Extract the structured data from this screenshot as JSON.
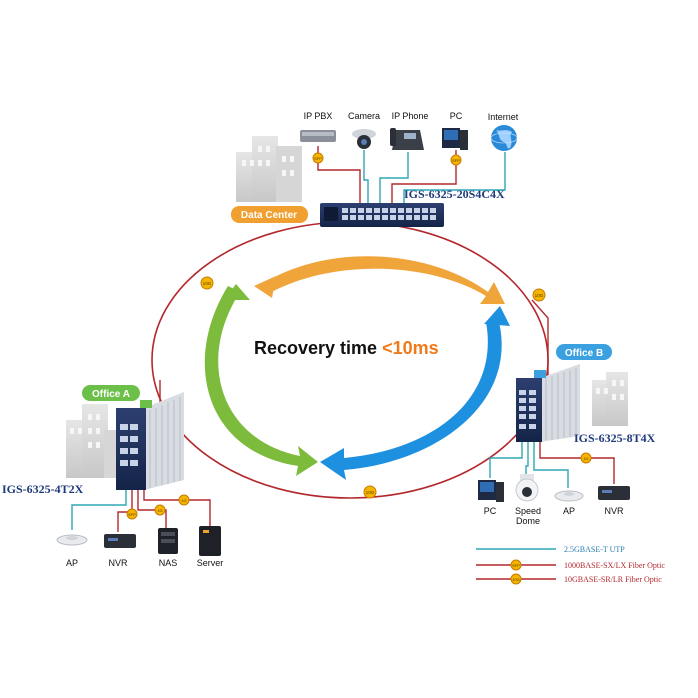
{
  "headline": {
    "prefix": "Recovery time ",
    "highlight": "<10ms"
  },
  "sites": {
    "data_center": {
      "tag": "Data Center",
      "switch_name": "IGS-6325-20S4C4X"
    },
    "office_a": {
      "tag": "Office A",
      "switch_name": "IGS-6325-4T2X"
    },
    "office_b": {
      "tag": "Office B",
      "switch_name": "IGS-6325-8T4X"
    }
  },
  "devices": {
    "data_center": [
      "IP PBX",
      "Camera",
      "IP Phone",
      "PC",
      "Internet"
    ],
    "office_a": [
      "AP",
      "NVR",
      "NAS",
      "Server"
    ],
    "office_b": [
      "PC",
      "Speed\nDome",
      "AP",
      "NVR"
    ]
  },
  "link_badges": {
    "ring": "10G",
    "gigabit": "1G",
    "sfp": "SFP"
  },
  "legend": [
    {
      "label": "2.5GBASE-T UTP",
      "color": "#2ea7b5",
      "badge": ""
    },
    {
      "label": "1000BASE-SX/LX Fiber Optic",
      "color": "#b3282d",
      "badge": "SFP"
    },
    {
      "label": "10GBASE-SR/LR Fiber Optic",
      "color": "#b3282d",
      "badge": "10G"
    }
  ],
  "colors": {
    "ring": "#b3282d",
    "utp": "#2ea7b5",
    "arrow_orange": "#f0a53a",
    "arrow_green": "#7dbb3c",
    "arrow_blue": "#1e90e0",
    "tag_orange": "#f0a030",
    "tag_green": "#6cc04a",
    "tag_blue": "#3aa0e0",
    "switch_name": "#1f3a7a",
    "highlight": "#f07a1a"
  }
}
